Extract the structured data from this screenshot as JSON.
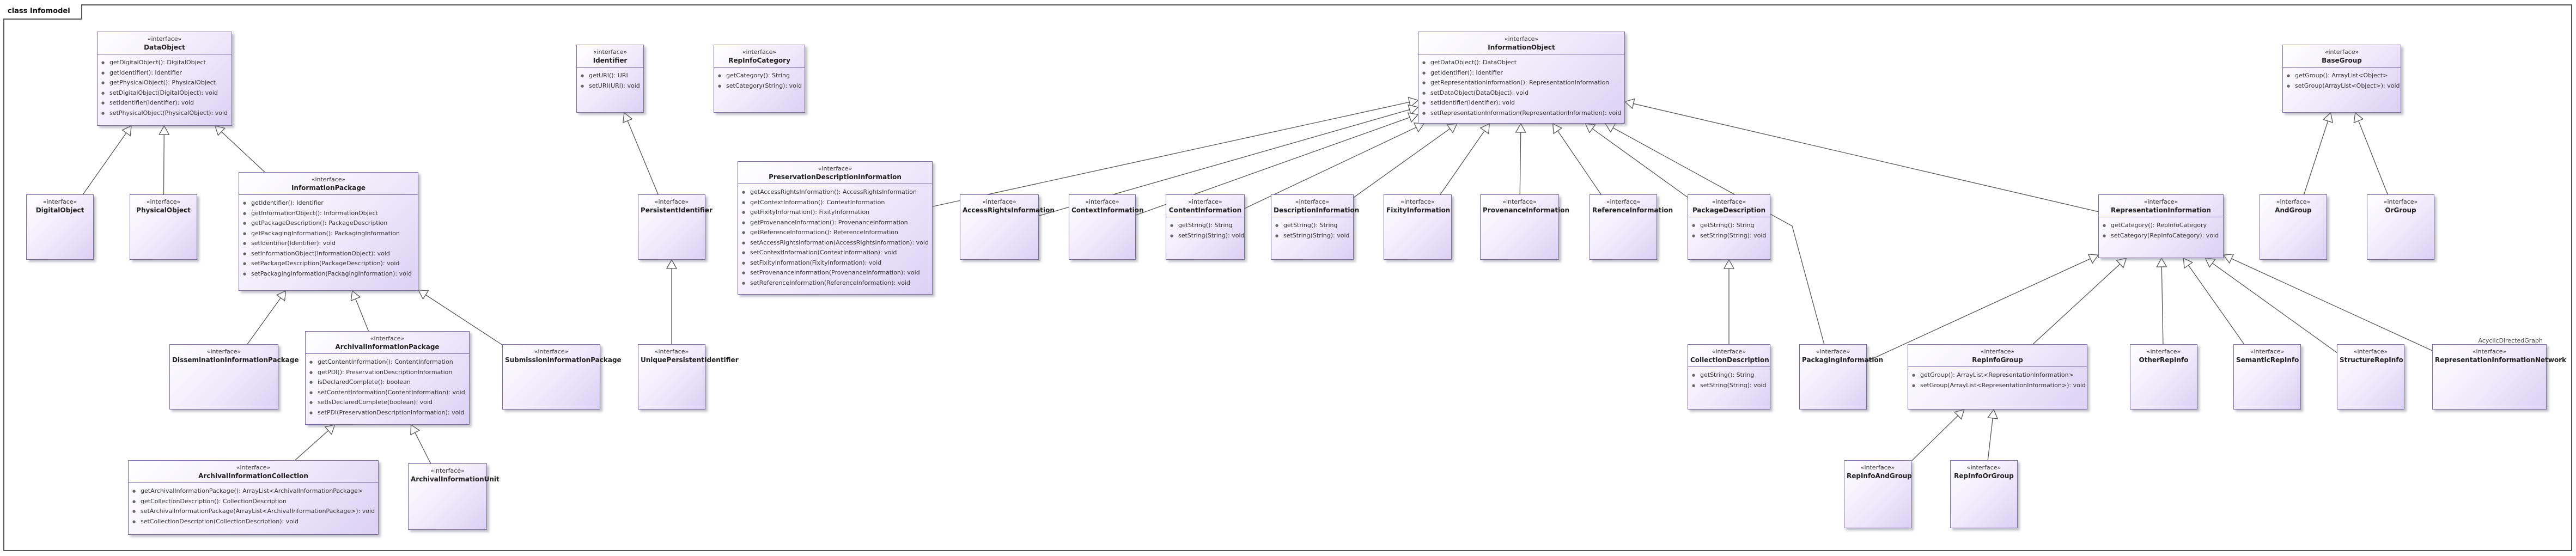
{
  "frame": {
    "title": "class Infomodel"
  },
  "stereotype": "«interface»",
  "classes": {
    "DataObject": {
      "name": "DataObject",
      "methods": [
        "getDigitalObject(): DigitalObject",
        "getIdentifier(): Identifier",
        "getPhysicalObject(): PhysicalObject",
        "setDigitalObject(DigitalObject): void",
        "setIdentifier(Identifier): void",
        "setPhysicalObject(PhysicalObject): void"
      ]
    },
    "DigitalObject": {
      "name": "DigitalObject"
    },
    "PhysicalObject": {
      "name": "PhysicalObject"
    },
    "InformationPackage": {
      "name": "InformationPackage",
      "methods": [
        "getIdentifier(): Identifier",
        "getInformationObject(): InformationObject",
        "getPackageDescription(): PackageDescription",
        "getPackagingInformation(): PackagingInformation",
        "setIdentifier(Identifier): void",
        "setInformationObject(InformationObject): void",
        "setPackageDescription(PackageDescription): void",
        "setPackagingInformation(PackagingInformation): void"
      ]
    },
    "DisseminationInformationPackage": {
      "name": "DisseminationInformationPackage"
    },
    "ArchivalInformationPackage": {
      "name": "ArchivalInformationPackage",
      "methods": [
        "getContentInformation(): ContentInformation",
        "getPDI(): PreservationDescriptionInformation",
        "isDeclaredComplete(): boolean",
        "setContentInformation(ContentInformation): void",
        "setIsDeclaredComplete(boolean): void",
        "setPDI(PreservationDescriptionInformation): void"
      ]
    },
    "SubmissionInformationPackage": {
      "name": "SubmissionInformationPackage"
    },
    "ArchivalInformationCollection": {
      "name": "ArchivalInformationCollection",
      "methods": [
        "getArchivalInformationPackage(): ArrayList<ArchivalInformationPackage>",
        "getCollectionDescription(): CollectionDescription",
        "setArchivalInformationPackage(ArrayList<ArchivalInformationPackage>): void",
        "setCollectionDescription(CollectionDescription): void"
      ]
    },
    "ArchivalInformationUnit": {
      "name": "ArchivalInformationUnit"
    },
    "Identifier": {
      "name": "Identifier",
      "methods": [
        "getURI(): URI",
        "setURI(URI): void"
      ]
    },
    "PersistentIdentifier": {
      "name": "PersistentIdentifier"
    },
    "UniquePersistentIdentifier": {
      "name": "UniquePersistentIdentifier"
    },
    "RepInfoCategory": {
      "name": "RepInfoCategory",
      "methods": [
        "getCategory(): String",
        "setCategory(String): void"
      ]
    },
    "PreservationDescriptionInformation": {
      "name": "PreservationDescriptionInformation",
      "methods": [
        "getAccessRightsInformation(): AccessRightsInformation",
        "getContextInformation(): ContextInformation",
        "getFixityInformation(): FixityInformation",
        "getProvenanceInformation(): ProvenanceInformation",
        "getReferenceInformation(): ReferenceInformation",
        "setAccessRightsInformation(AccessRightsInformation): void",
        "setContextInformation(ContextInformation): void",
        "setFixityInformation(FixityInformation): void",
        "setProvenanceInformation(ProvenanceInformation): void",
        "setReferenceInformation(ReferenceInformation): void"
      ]
    },
    "InformationObject": {
      "name": "InformationObject",
      "methods": [
        "getDataObject(): DataObject",
        "getIdentifier(): Identifier",
        "getRepresentationInformation(): RepresentationInformation",
        "setDataObject(DataObject): void",
        "setIdentifier(Identifier): void",
        "setRepresentationInformation(RepresentationInformation): void"
      ]
    },
    "AccessRightsInformation": {
      "name": "AccessRightsInformation"
    },
    "ContextInformation": {
      "name": "ContextInformation"
    },
    "ContentInformation": {
      "name": "ContentInformation",
      "methods": [
        "getString(): String",
        "setString(String): void"
      ]
    },
    "DescriptionInformation": {
      "name": "DescriptionInformation",
      "methods": [
        "getString(): String",
        "setString(String): void"
      ]
    },
    "FixityInformation": {
      "name": "FixityInformation"
    },
    "ProvenanceInformation": {
      "name": "ProvenanceInformation"
    },
    "ReferenceInformation": {
      "name": "ReferenceInformation"
    },
    "PackageDescription": {
      "name": "PackageDescription",
      "methods": [
        "getString(): String",
        "setString(String): void"
      ]
    },
    "CollectionDescription": {
      "name": "CollectionDescription",
      "methods": [
        "getString(): String",
        "setString(String): void"
      ]
    },
    "PackagingInformation": {
      "name": "PackagingInformation"
    },
    "RepresentationInformation": {
      "name": "RepresentationInformation",
      "methods": [
        "getCategory(): RepInfoCategory",
        "setCategory(RepInfoCategory): void"
      ]
    },
    "RepInfoGroup": {
      "name": "RepInfoGroup",
      "methods": [
        "getGroup(): ArrayList<RepresentationInformation>",
        "setGroup(ArrayList<RepresentationInformation>): void"
      ]
    },
    "RepInfoAndGroup": {
      "name": "RepInfoAndGroup"
    },
    "RepInfoOrGroup": {
      "name": "RepInfoOrGroup"
    },
    "OtherRepInfo": {
      "name": "OtherRepInfo"
    },
    "SemanticRepInfo": {
      "name": "SemanticRepInfo"
    },
    "StructureRepInfo": {
      "name": "StructureRepInfo"
    },
    "RepresentationInformationNetwork": {
      "name": "RepresentationInformationNetwork",
      "tag": "AcyclicDirectedGraph"
    },
    "BaseGroup": {
      "name": "BaseGroup",
      "methods": [
        "getGroup(): ArrayList<Object>",
        "setGroup(ArrayList<Object>): void"
      ]
    },
    "AndGroup": {
      "name": "AndGroup"
    },
    "OrGroup": {
      "name": "OrGroup"
    }
  }
}
